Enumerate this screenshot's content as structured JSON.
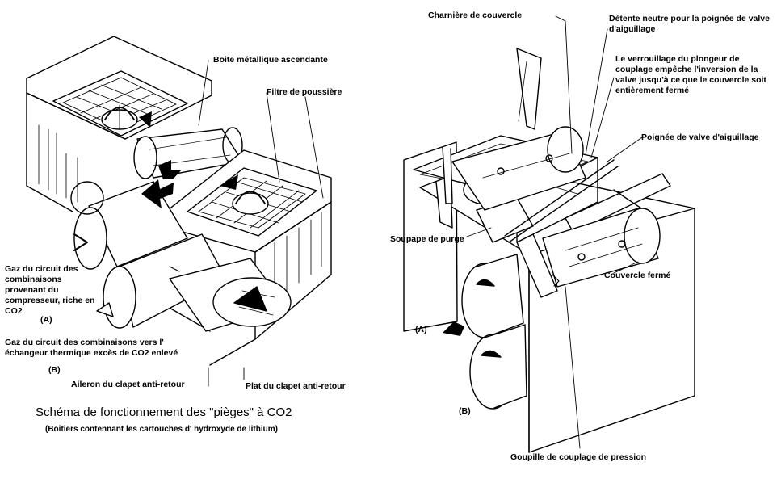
{
  "title": "Schéma de fonctionnement des \"pièges\" à CO2",
  "subtitle": "(Boitiers contennant les cartouches d' hydroxyde de lithium)",
  "left_labels": {
    "boite_metallique": "Boite métallique ascendante",
    "filtre": "Filtre de poussière",
    "gaz_a": "Gaz du circuit des combinaisons provenant du compresseur, riche en CO2",
    "marker_a": "(A)",
    "gaz_b": "Gaz du circuit des combinaisons  vers l' échangeur thermique excès de CO2 enlevé",
    "marker_b": "(B)",
    "aileron": "Aileron du clapet anti-retour",
    "plat": "Plat du clapet anti-retour"
  },
  "right_labels": {
    "charniere": "Charnière de couvercle",
    "detente": "Détente neutre pour la poignée de valve d'aiguillage",
    "verrouillage": "Le verrouillage du plongeur de couplage empêche l'inversion de la valve jusqu'à ce que le couvercle soit entièrement fermé",
    "poignee": "Poignée de valve d'aiguillage",
    "soupape": "Soupape de purge",
    "couvercle": "Couvercle fermé",
    "marker_a": "(A)",
    "marker_b": "(B)",
    "goupille": "Goupille de couplage de pression"
  },
  "colors": {
    "ink": "#000000",
    "paper": "#ffffff"
  }
}
